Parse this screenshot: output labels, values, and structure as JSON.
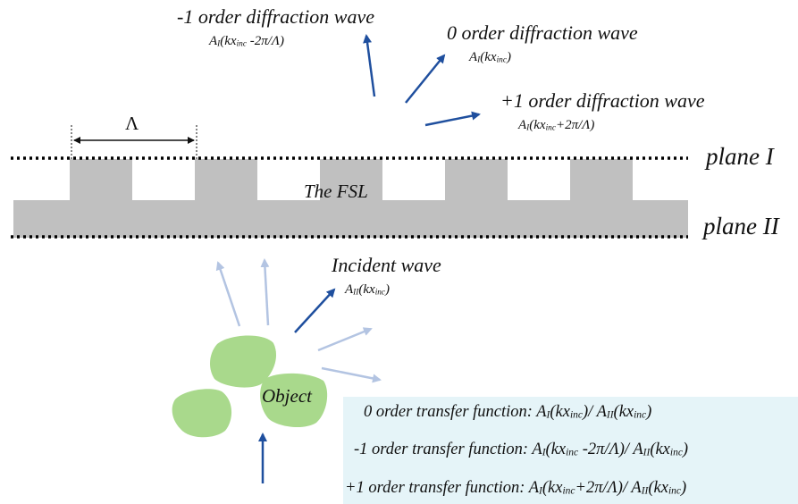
{
  "period_symbol": "Λ",
  "fsl_label": "The FSL",
  "planes": {
    "top": "plane I",
    "bottom": "plane II"
  },
  "waves": {
    "minus1": {
      "title": "-1 order diffraction wave",
      "amp": "A",
      "amp_sub": "I",
      "arg": "(kx",
      "arg_sub": "inc",
      "tail": " -2π/Λ)"
    },
    "zero": {
      "title": "0 order diffraction wave",
      "amp": "A",
      "amp_sub": "I",
      "arg": "(kx",
      "arg_sub": "inc",
      "tail": ")"
    },
    "plus1": {
      "title": "+1 order diffraction wave",
      "amp": "A",
      "amp_sub": "I",
      "arg": "(kx",
      "arg_sub": "inc",
      "tail": "+2π/Λ)"
    },
    "incident": {
      "title": "Incident wave",
      "amp": "A",
      "amp_sub": "II",
      "arg": "(kx",
      "arg_sub": "inc",
      "tail": ")"
    }
  },
  "object_label": "Object",
  "transfer_functions": [
    {
      "text": "0 order transfer function: ",
      "a1": "A",
      "a1_sub": "I",
      "arg1": "(kx",
      "arg1_sub": "inc",
      "tail1": ")/ ",
      "a2": "A",
      "a2_sub": "II",
      "arg2": "(kx",
      "arg2_sub": "inc",
      "tail2": ")"
    },
    {
      "text": "-1 order transfer function: ",
      "a1": "A",
      "a1_sub": "I",
      "arg1": "(kx",
      "arg1_sub": "inc",
      "tail1": " -2π/Λ)/ ",
      "a2": "A",
      "a2_sub": "II",
      "arg2": "(kx",
      "arg2_sub": "inc",
      "tail2": ")"
    },
    {
      "text": "+1 order transfer function: ",
      "a1": "A",
      "a1_sub": "I",
      "arg1": "(kx",
      "arg1_sub": "inc",
      "tail1": "+2π/Λ)/ ",
      "a2": "A",
      "a2_sub": "II",
      "arg2": "(kx",
      "arg2_sub": "inc",
      "tail2": ")"
    }
  ],
  "colors": {
    "grating": "#c0c0c0",
    "arrow_dark": "#1f4f9e",
    "arrow_light": "#b3c4e2",
    "object": "#a9d98c",
    "tf_bg": "#e5f4f8"
  }
}
